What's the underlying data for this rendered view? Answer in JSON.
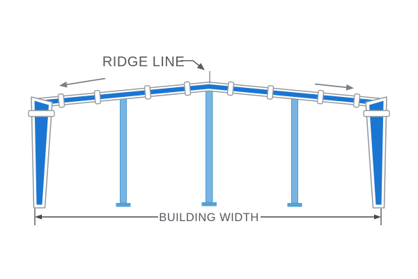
{
  "diagram": {
    "type": "metal-building-rigid-frame-cross-section",
    "labels": {
      "ridge_line": "RIDGE LINE",
      "building_width": "BUILDING WIDTH"
    },
    "colors": {
      "background": "#ffffff",
      "frame_blue": "#1b76d2",
      "interior_column_blue": "#79b4e2",
      "base_plate_blue": "#54a0d6",
      "structure_outline_gray": "#949a9f",
      "roof_arrow_gray": "#7b8085",
      "leader_gray": "#5a5e62",
      "dimension_gray": "#45484c",
      "label_text_gray": "#54585d"
    },
    "icons": {
      "left_roof_arrow": "arrow-pointing-down-left-along-roof-slope",
      "right_roof_arrow": "arrow-pointing-down-right-along-roof-slope",
      "ridge_leader": "bent-leader-arrow-to-ridge",
      "dimension": "double-arrow-dimension-line-with-extension-ticks"
    }
  }
}
